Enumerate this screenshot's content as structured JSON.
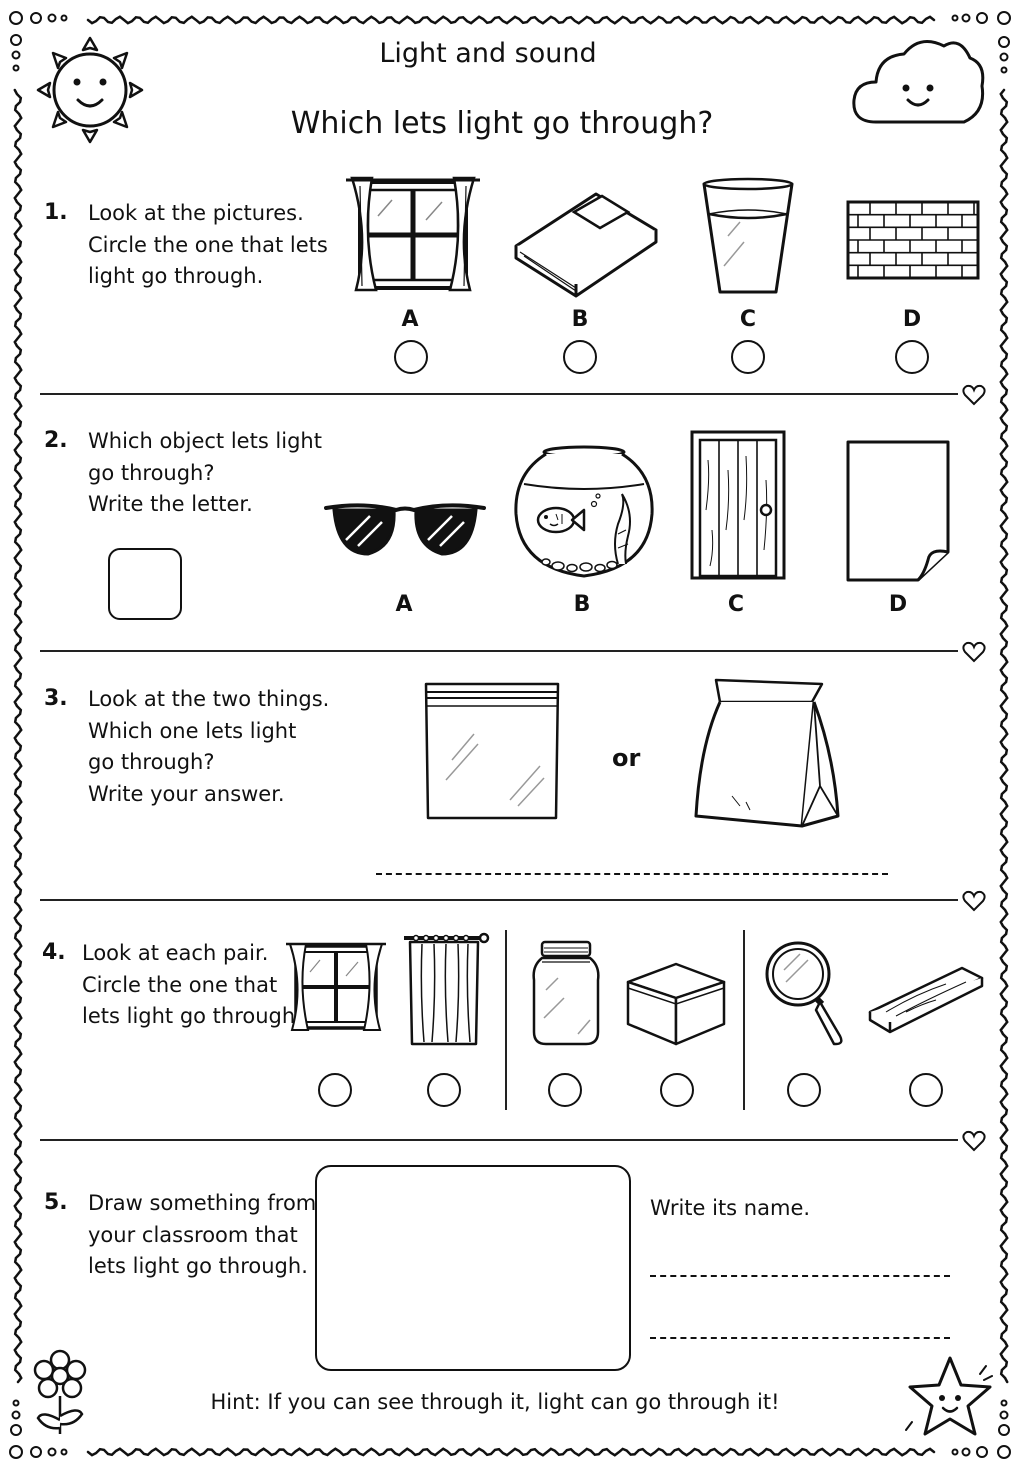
{
  "worksheet": {
    "topic": "Light and sound",
    "heading": "Which lets light go through?",
    "hint": "Hint: If you can see through it, light can go through it!"
  },
  "q1": {
    "number": "1.",
    "lines": [
      "Look at the pictures.",
      "Circle the one that lets",
      "light go through."
    ],
    "options": [
      {
        "letter": "A",
        "icon": "window-icon"
      },
      {
        "letter": "B",
        "icon": "book-icon"
      },
      {
        "letter": "C",
        "icon": "glass-of-water-icon"
      },
      {
        "letter": "D",
        "icon": "brick-wall-icon"
      }
    ]
  },
  "q2": {
    "number": "2.",
    "lines": [
      "Which object lets light",
      "go through?",
      "Write the letter."
    ],
    "options": [
      {
        "letter": "A",
        "icon": "sunglasses-icon"
      },
      {
        "letter": "B",
        "icon": "fishbowl-icon"
      },
      {
        "letter": "C",
        "icon": "wooden-door-icon"
      },
      {
        "letter": "D",
        "icon": "paper-sheet-icon"
      }
    ]
  },
  "q3": {
    "number": "3.",
    "lines": [
      "Look at the two things.",
      "Which one lets light",
      "go through?",
      "Write your answer."
    ],
    "or_word": "or",
    "items": [
      "plastic-bag-icon",
      "paper-bag-icon"
    ]
  },
  "q4": {
    "number": "4.",
    "lines": [
      "Look at each pair.",
      "Circle the one that",
      "lets light go through."
    ],
    "pairs": [
      [
        "window-icon",
        "curtain-icon"
      ],
      [
        "glass-jar-icon",
        "cardboard-box-icon"
      ],
      [
        "magnifying-glass-icon",
        "wooden-plank-icon"
      ]
    ]
  },
  "q5": {
    "number": "5.",
    "lines": [
      "Draw something from",
      "your classroom that",
      "lets light go through."
    ],
    "write_label": "Write its name."
  }
}
